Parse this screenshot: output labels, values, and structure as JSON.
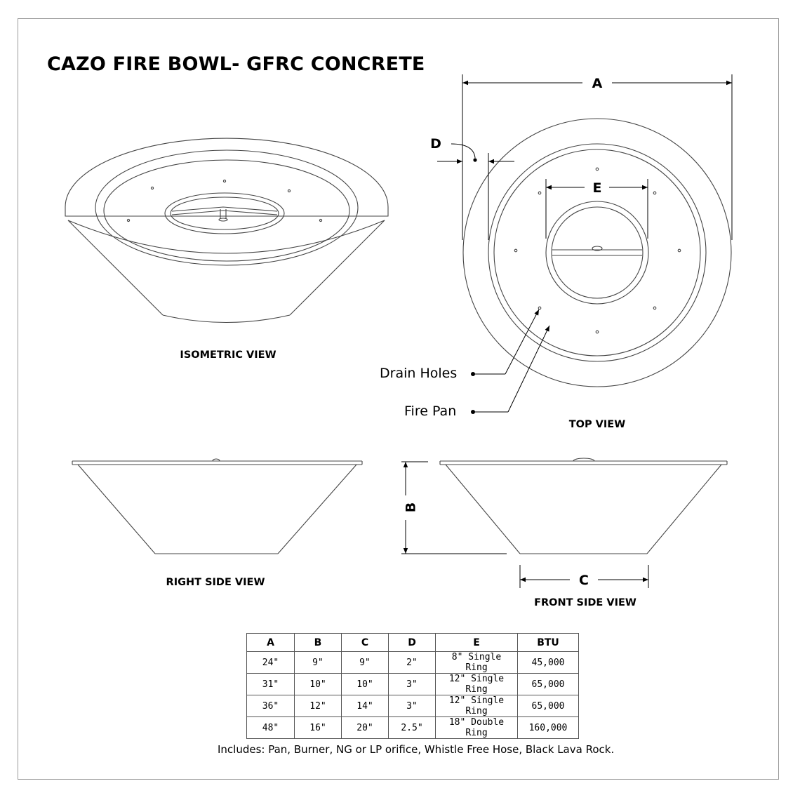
{
  "title": "CAZO FIRE BOWL- GFRC CONCRETE",
  "views": {
    "isometric": "ISOMETRIC VIEW",
    "top": "TOP VIEW",
    "right_side": "RIGHT SIDE VIEW",
    "front_side": "FRONT SIDE VIEW"
  },
  "dimension_letters": {
    "a": "A",
    "b": "B",
    "c": "C",
    "d": "D",
    "e": "E"
  },
  "callouts": {
    "drain_holes": "Drain Holes",
    "fire_pan": "Fire Pan"
  },
  "spec_table": {
    "headers": [
      "A",
      "B",
      "C",
      "D",
      "E",
      "BTU"
    ],
    "rows": [
      [
        "24\"",
        "9\"",
        "9\"",
        "2\"",
        "8\" Single Ring",
        "45,000"
      ],
      [
        "31\"",
        "10\"",
        "10\"",
        "3\"",
        "12\" Single Ring",
        "65,000"
      ],
      [
        "36\"",
        "12\"",
        "14\"",
        "3\"",
        "12\" Single Ring",
        "65,000"
      ],
      [
        "48\"",
        "16\"",
        "20\"",
        "2.5\"",
        "18\" Double Ring",
        "160,000"
      ]
    ]
  },
  "footnote": "Includes: Pan, Burner, NG or LP orifice, Whistle Free Hose, Black Lava Rock."
}
